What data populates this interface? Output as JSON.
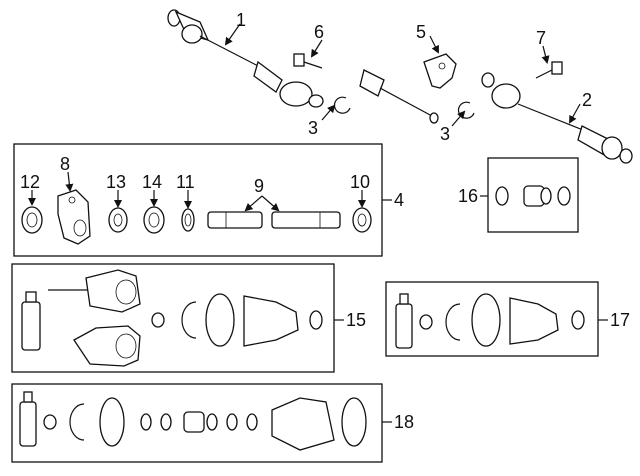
{
  "diagram": {
    "callouts": {
      "c1": "1",
      "c2": "2",
      "c3a": "3",
      "c3b": "3",
      "c4": "4",
      "c5": "5",
      "c6": "6",
      "c7": "7",
      "c8": "8",
      "c9": "9",
      "c10": "10",
      "c11": "11",
      "c12": "12",
      "c13": "13",
      "c14": "14",
      "c15": "15",
      "c16": "16",
      "c17": "17",
      "c18": "18"
    }
  }
}
